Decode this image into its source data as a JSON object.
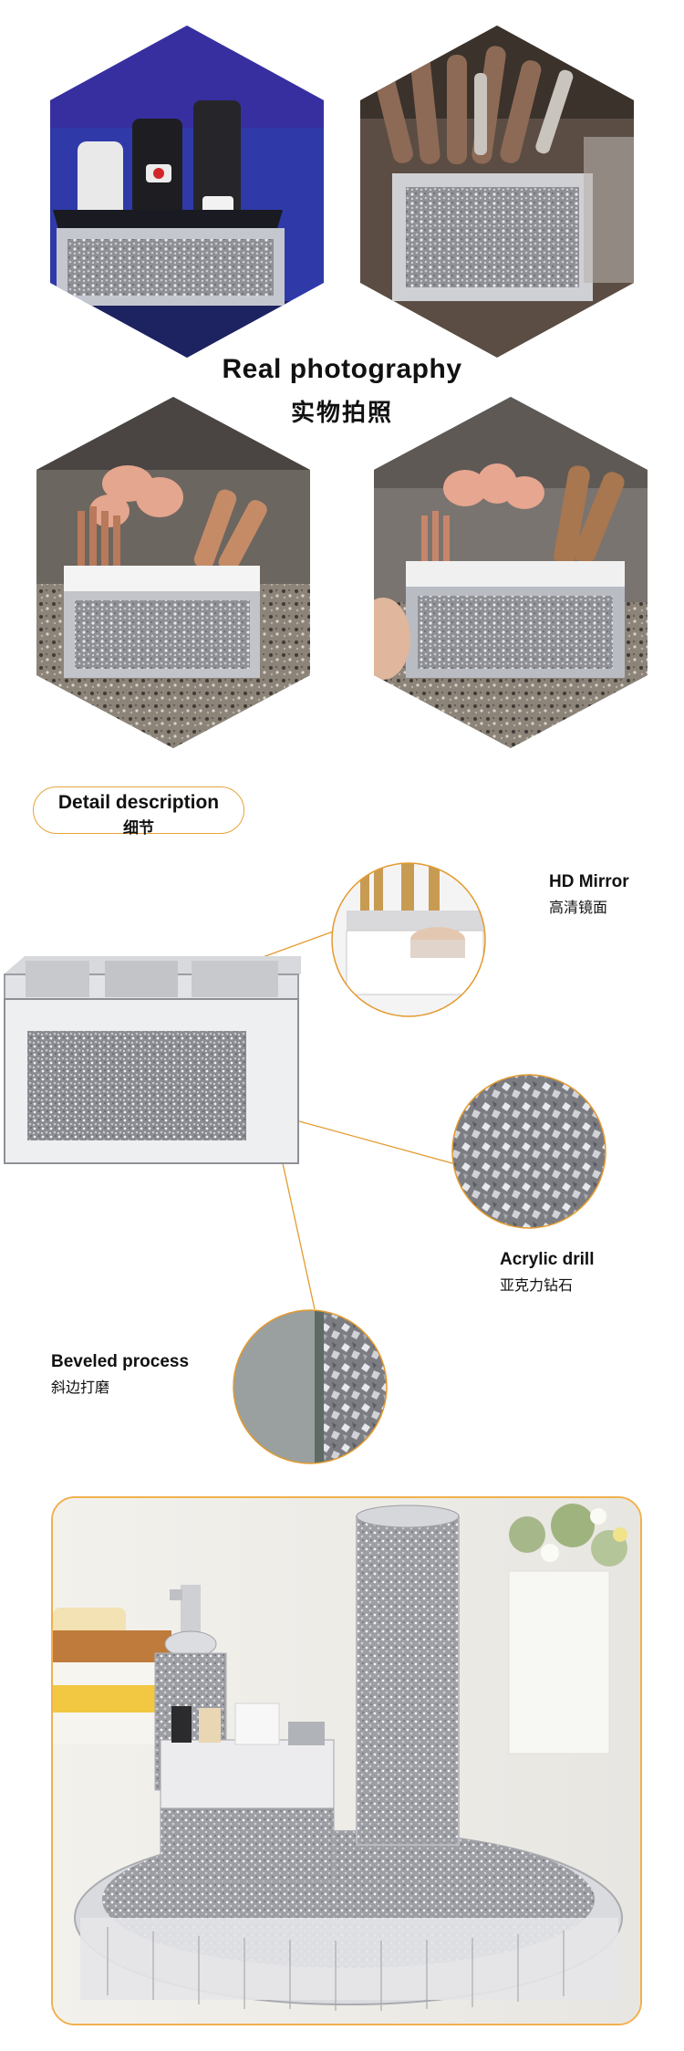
{
  "section1": {
    "title": "Real photography",
    "subtitle": "实物拍照",
    "photos": [
      {
        "subject": "remote-controls-in-box",
        "bg": "#2f3aa8"
      },
      {
        "subject": "brushes-in-box-dark",
        "bg": "#6a5a4e"
      },
      {
        "subject": "brushes-on-granite-left",
        "bg": "#7a7068"
      },
      {
        "subject": "brushes-on-granite-right",
        "bg": "#8a847c"
      }
    ]
  },
  "section2": {
    "badge": {
      "title": "Detail description",
      "subtitle": "细节"
    },
    "callouts": [
      {
        "en": "HD Mirror",
        "zh": "高清镜面"
      },
      {
        "en": "Acrylic drill",
        "zh": "亚克力钻石"
      },
      {
        "en": "Beveled process",
        "zh": "斜边打磨"
      }
    ],
    "colors": {
      "accent": "#e7a33a",
      "leader": "#e39a2e"
    }
  },
  "section3": {
    "frame_color": "#f1b04d"
  }
}
